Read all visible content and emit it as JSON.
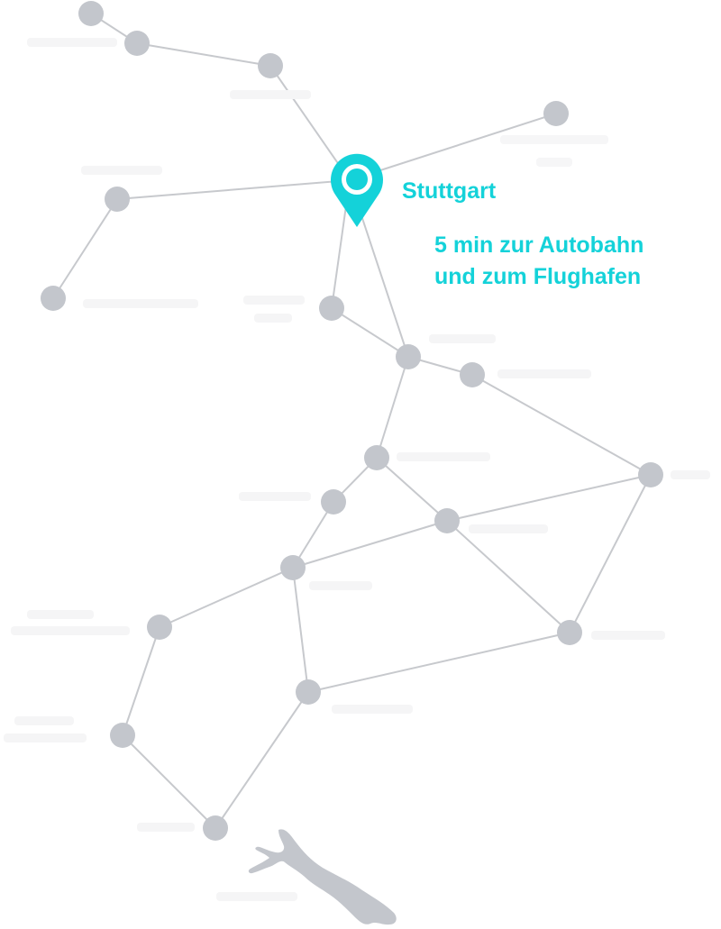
{
  "map": {
    "highlight_city": "Stuttgart",
    "tagline_lines": [
      "5 min zur Autobahn",
      "und zum Flughafen"
    ],
    "pin_icon": "location-pin-icon",
    "accent_color": "#14d2d9",
    "node_color": "#c3c6cc",
    "edge_color": "#c7c9cd"
  }
}
